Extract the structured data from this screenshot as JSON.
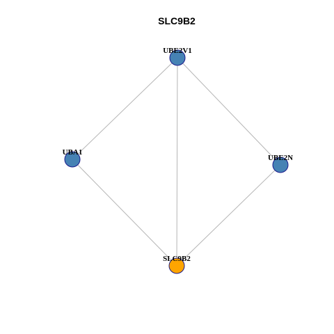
{
  "title": "SLC9B2",
  "colors": {
    "neighbor_node": "#4682B4",
    "center_node": "#FFA500",
    "node_border": "#1a1a8c",
    "edge": "#b5b5b5"
  },
  "nodes": [
    {
      "id": "UBE2V1",
      "label": "UBE2V1",
      "role": "neighbor"
    },
    {
      "id": "UBA1",
      "label": "UBA1",
      "role": "neighbor"
    },
    {
      "id": "UBE2N",
      "label": "UBE2N",
      "role": "neighbor"
    },
    {
      "id": "SLC9B2",
      "label": "SLC9B2",
      "role": "center"
    }
  ],
  "edges": [
    {
      "source": "UBE2V1",
      "target": "UBA1"
    },
    {
      "source": "UBE2V1",
      "target": "UBE2N"
    },
    {
      "source": "UBE2V1",
      "target": "SLC9B2"
    },
    {
      "source": "UBA1",
      "target": "SLC9B2"
    },
    {
      "source": "UBE2N",
      "target": "SLC9B2"
    }
  ]
}
